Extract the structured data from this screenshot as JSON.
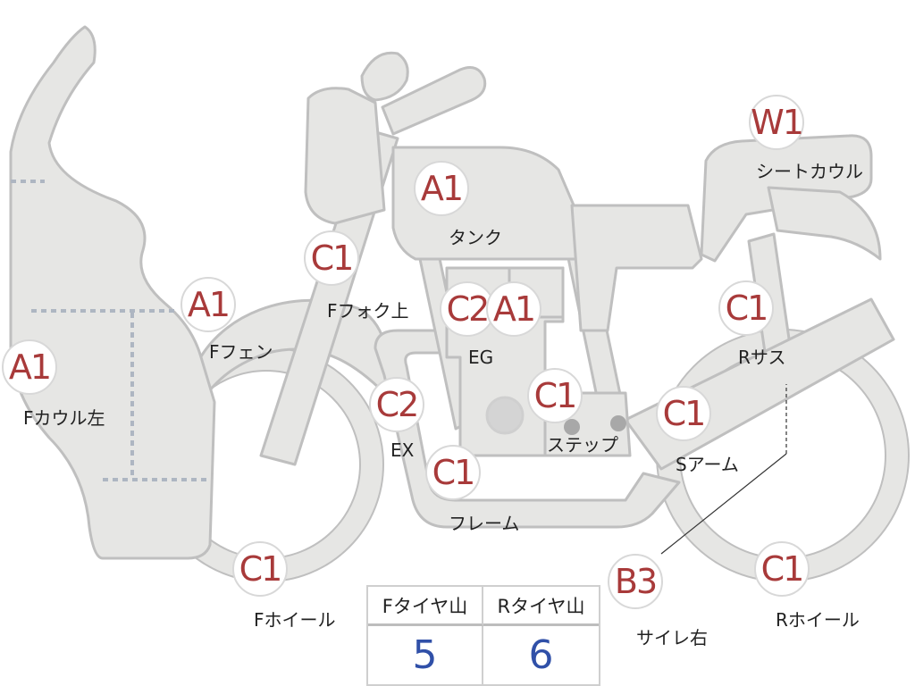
{
  "parts": [
    {
      "grade": "A1",
      "name": "Fカウル左"
    },
    {
      "grade": "A1",
      "name": "Fフェン"
    },
    {
      "grade": "C1",
      "name": "Fフォク上"
    },
    {
      "grade": "A1",
      "name": "タンク"
    },
    {
      "grade": "C2",
      "name": "",
      "combined_with": "EG"
    },
    {
      "grade": "A1",
      "name": "EG"
    },
    {
      "grade": "C2",
      "name": "EX"
    },
    {
      "grade": "C1",
      "name": "ステップ"
    },
    {
      "grade": "C1",
      "name": "フレーム"
    },
    {
      "grade": "C1",
      "name": "Fホイール"
    },
    {
      "grade": "W1",
      "name": "シートカウル"
    },
    {
      "grade": "C1",
      "name": "Rサス"
    },
    {
      "grade": "C1",
      "name": "Sアーム"
    },
    {
      "grade": "B3",
      "name": "サイレ右"
    },
    {
      "grade": "C1",
      "name": "Rホイール"
    }
  ],
  "tire_table": {
    "headers": [
      "Fタイヤ山",
      "Rタイヤ山"
    ],
    "values": [
      "5",
      "6"
    ]
  },
  "colors": {
    "part_fill": "#e6e6e4",
    "part_stroke": "#bfbfbf",
    "grade_text": "#a83a3a",
    "value_text": "#3050a8"
  }
}
